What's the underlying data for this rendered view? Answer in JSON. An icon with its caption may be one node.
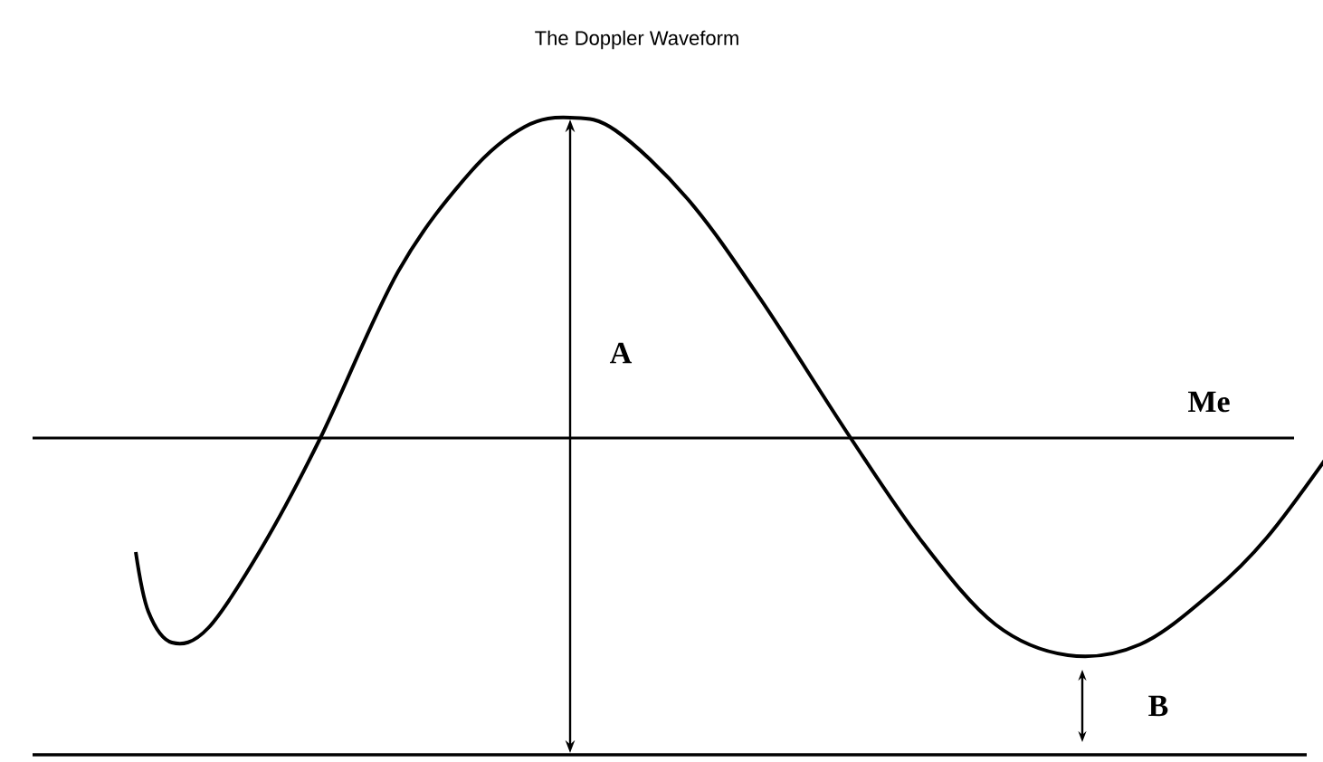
{
  "diagram": {
    "title": "The Doppler Waveform",
    "labels": [
      "A",
      "Me",
      "B"
    ]
  }
}
